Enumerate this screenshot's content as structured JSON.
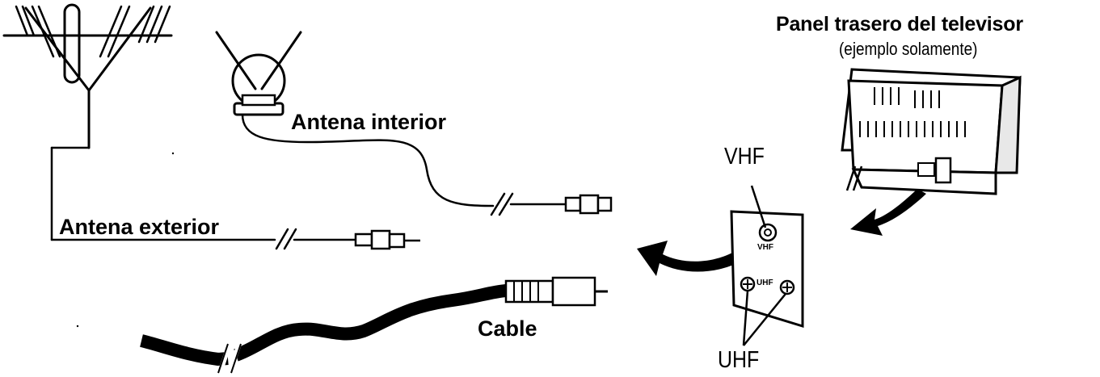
{
  "labels": {
    "tv_panel_title": "Panel trasero del televisor",
    "tv_panel_subtitle": "(ejemplo solamente)",
    "indoor_antenna": "Antena interior",
    "outdoor_antenna": "Antena exterior",
    "cable": "Cable",
    "vhf_callout": "VHF",
    "uhf_callout": "UHF",
    "vhf_terminal_mark": "VHF",
    "uhf_terminal_mark": "UHF"
  },
  "colors": {
    "ink": "#000000",
    "paper": "#ffffff"
  }
}
